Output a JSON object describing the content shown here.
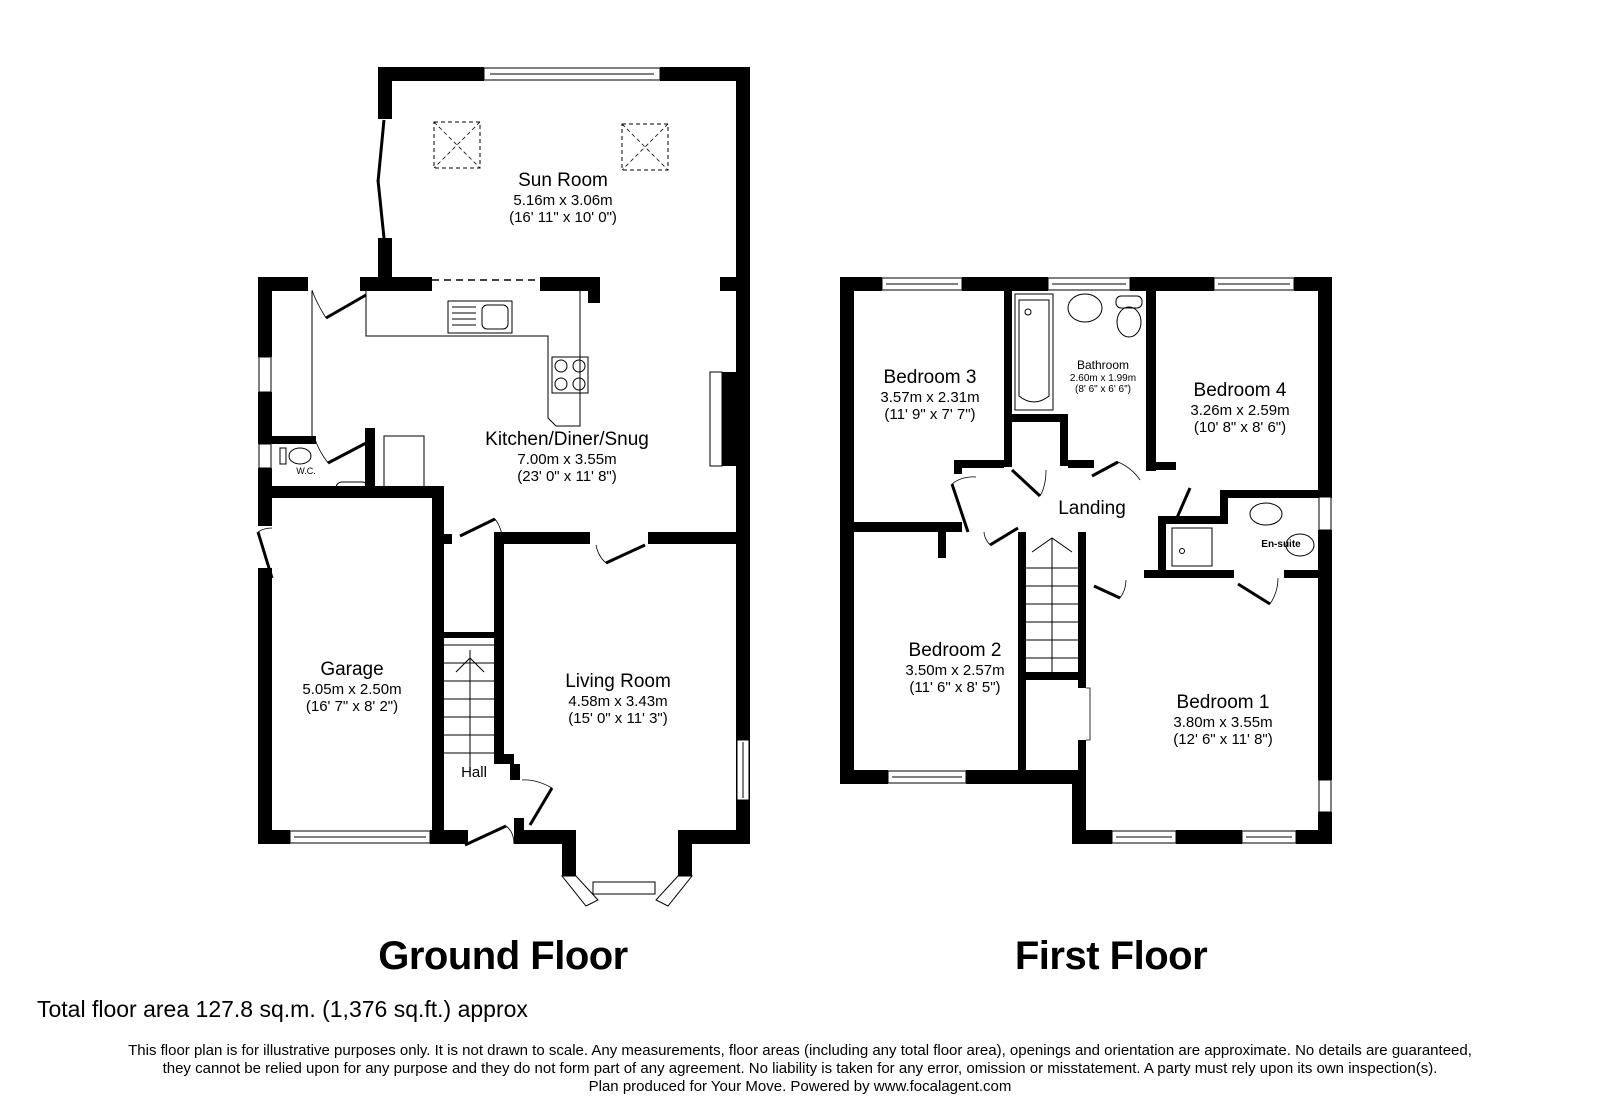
{
  "ground_floor": {
    "title": "Ground Floor",
    "rooms": [
      {
        "name": "Sun Room",
        "metric": "5.16m x 3.06m",
        "imperial": "(16' 11\" x 10' 0\")"
      },
      {
        "name": "Kitchen/Diner/Snug",
        "metric": "7.00m x 3.55m",
        "imperial": "(23' 0\" x 11' 8\")"
      },
      {
        "name": "Garage",
        "metric": "5.05m x 2.50m",
        "imperial": "(16' 7\" x 8' 2\")"
      },
      {
        "name": "Living Room",
        "metric": "4.58m x 3.43m",
        "imperial": "(15' 0\" x 11' 3\")"
      },
      {
        "name": "Hall"
      },
      {
        "name": "W.C."
      }
    ]
  },
  "first_floor": {
    "title": "First Floor",
    "rooms": [
      {
        "name": "Bedroom 3",
        "metric": "3.57m x 2.31m",
        "imperial": "(11' 9\" x 7' 7\")"
      },
      {
        "name": "Bathroom",
        "metric": "2.60m x 1.99m",
        "imperial": "(8' 6\" x 6' 6\")"
      },
      {
        "name": "Bedroom 4",
        "metric": "3.26m x 2.59m",
        "imperial": "(10' 8\" x 8' 6\")"
      },
      {
        "name": "Landing"
      },
      {
        "name": "En-suite"
      },
      {
        "name": "Bedroom 2",
        "metric": "3.50m x 2.57m",
        "imperial": "(11' 6\" x 8' 5\")"
      },
      {
        "name": "Bedroom 1",
        "metric": "3.80m x 3.55m",
        "imperial": "(12' 6\" x 11' 8\")"
      }
    ]
  },
  "total_area": "Total floor area 127.8 sq.m. (1,376 sq.ft.) approx",
  "disclaimer": {
    "line1": "This floor plan is for illustrative purposes only. It is not drawn to scale. Any measurements, floor areas (including any total floor area), openings and orientation are approximate. No details are guaranteed,",
    "line2": "they cannot be relied upon for any purpose and they do not form part of any agreement. No liability is taken for any error, omission or misstatement. A party must rely upon its own inspection(s).",
    "line3": "Plan produced for Your Move. Powered by www.focalagent.com"
  }
}
